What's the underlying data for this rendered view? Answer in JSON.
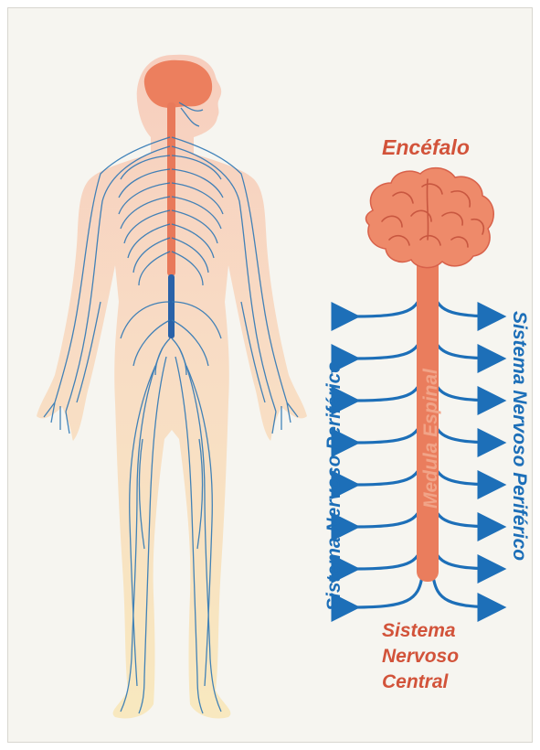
{
  "diagram": {
    "labels": {
      "brain": "Encéfalo",
      "spinal_cord": "Medula Espinal",
      "pns_left": "Sistema Nervoso Periférico",
      "pns_right": "Sistema Nervoso Periférico",
      "cns_line1": "Sistema",
      "cns_line2": "Nervoso",
      "cns_line3": "Central"
    },
    "colors": {
      "central": "#e8795a",
      "label_red": "#d2533a",
      "nerve_blue": "#1d6fb8",
      "skin_upper": "#f6c9b8",
      "skin_lower": "#f8e3b0",
      "background": "#f6f5f0"
    }
  }
}
